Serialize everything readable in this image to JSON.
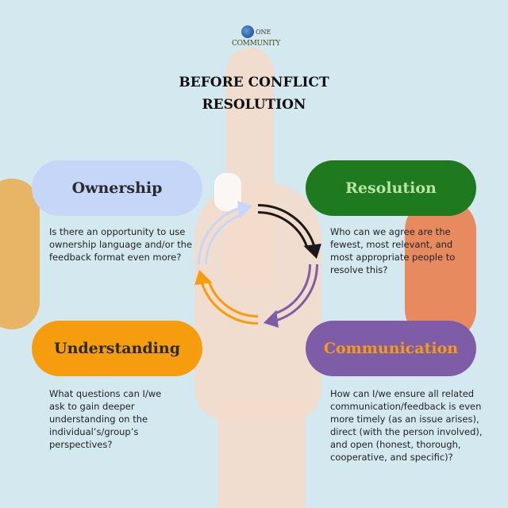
{
  "logo": {
    "line1": "ONE",
    "line2": "COMMUNITY"
  },
  "title": {
    "line1": "BEFORE CONFLICT",
    "line2": "RESOLUTION"
  },
  "quadrants": [
    {
      "label": "Ownership",
      "color": "#c6d6f8",
      "text_color": "#2a2a2a",
      "desc": "Is there an opportunity to use ownership language and/or the feedback format even more?"
    },
    {
      "label": "Resolution",
      "color": "#1f7a1f",
      "text_color": "#b9e4a6",
      "desc": "Who can we agree are the fewest, most relevant, and most appropriate people to resolve this?"
    },
    {
      "label": "Understanding",
      "color": "#f59d0f",
      "text_color": "#2a2a2a",
      "desc": "What questions can I/we ask to gain deeper understanding on the individual’s/group’s perspectives?"
    },
    {
      "label": "Communication",
      "color": "#7e5ca7",
      "text_color": "#f59d0f",
      "desc": "How can I/we ensure all related communication/feedback is even more timely (as an issue arises), direct (with the person involved), and open (honest, thorough, cooperative, and specific)?"
    }
  ]
}
